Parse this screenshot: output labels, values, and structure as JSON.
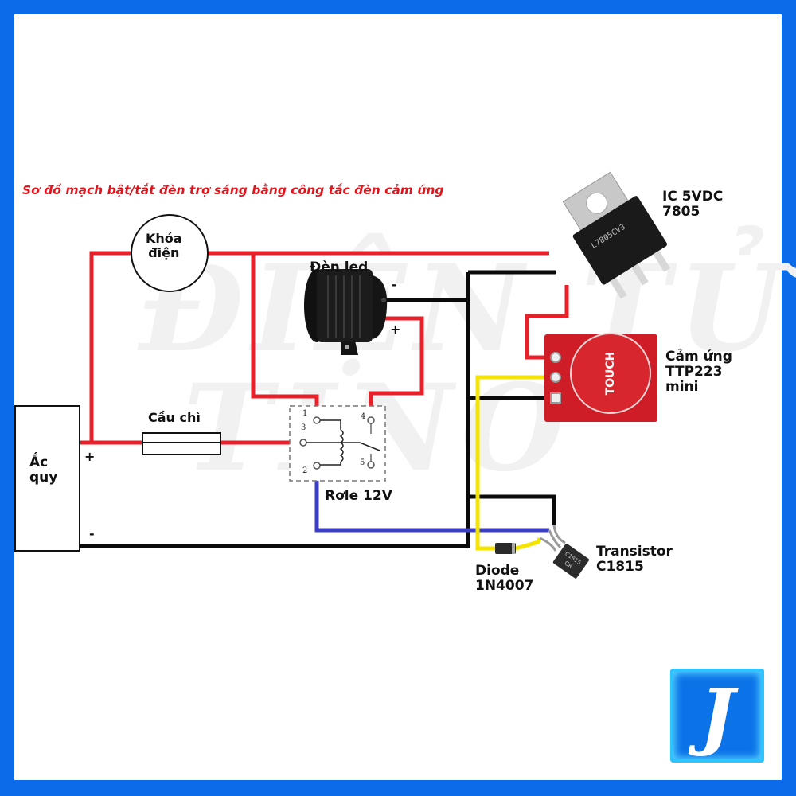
{
  "title": "Sơ đồ mạch bật/tắt đèn trợ sáng bằng công tắc đèn cảm ứng",
  "watermark": {
    "line1": "ĐIỆN TỬ",
    "line2": "TINO"
  },
  "components": {
    "battery": {
      "label_line1": "Ắc",
      "label_line2": "quy",
      "plus": "+",
      "minus": "-"
    },
    "ignition_switch": {
      "label_line1": "Khóa",
      "label_line2": "điện"
    },
    "led_lamp": {
      "label": "Đèn led",
      "minus": "-",
      "plus": "+"
    },
    "fuse": {
      "label": "Cầu chì"
    },
    "relay": {
      "label": "Rơle 12V",
      "pins": [
        "1",
        "2",
        "3",
        "4",
        "5"
      ]
    },
    "regulator": {
      "label_line1": "IC 5VDC",
      "label_line2": "7805",
      "marking": "L7805CV3"
    },
    "touch_sensor": {
      "label_line1": "Cảm ứng",
      "label_line2": "TTP223",
      "label_line3": "mini",
      "pad_text": "TOUCH"
    },
    "transistor": {
      "label_line1": "Transistor",
      "label_line2": "C1815",
      "marking": "C1815 GR"
    },
    "diode": {
      "label_line1": "Diode",
      "label_line2": "1N4007"
    }
  },
  "wire_colors": {
    "positive": "#e8202a",
    "ground": "#0a0a0a",
    "signal": "#f5e400",
    "relay_coil": "#3a3fc4"
  },
  "logo": {
    "glyph": "J"
  }
}
